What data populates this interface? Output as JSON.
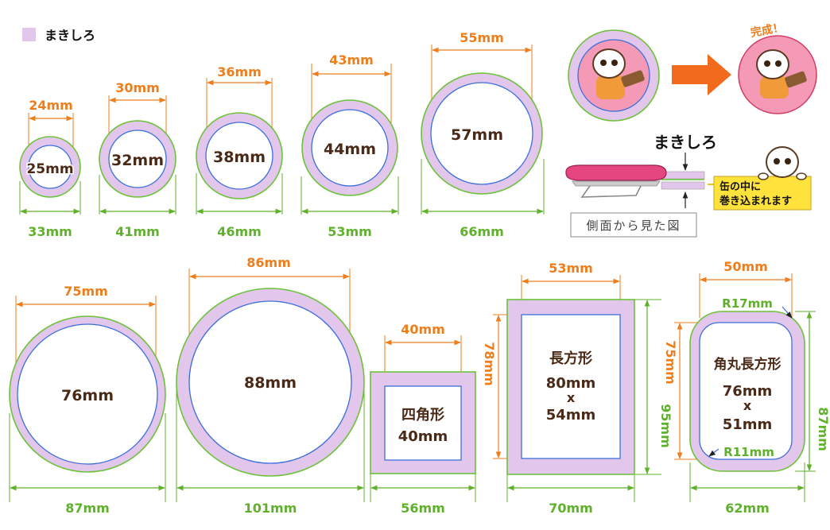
{
  "legend": {
    "label": "まきしろ",
    "swatch_color": "#e2c6ec"
  },
  "colors": {
    "margin_fill": "#e2c6ec",
    "outer_outline": "#6cc23a",
    "face_outline": "#3b6fd8",
    "face_dim": "#ee7d1c",
    "outer_dim": "#5fb12b",
    "label_text": "#4a2a16"
  },
  "badges": [
    {
      "shape": "circle",
      "face": "24mm",
      "outer": "33mm",
      "label": "25mm"
    },
    {
      "shape": "circle",
      "face": "30mm",
      "outer": "41mm",
      "label": "32mm"
    },
    {
      "shape": "circle",
      "face": "36mm",
      "outer": "46mm",
      "label": "38mm"
    },
    {
      "shape": "circle",
      "face": "43mm",
      "outer": "53mm",
      "label": "44mm"
    },
    {
      "shape": "circle",
      "face": "55mm",
      "outer": "66mm",
      "label": "57mm"
    },
    {
      "shape": "circle",
      "face": "75mm",
      "outer": "87mm",
      "label": "76mm"
    },
    {
      "shape": "circle",
      "face": "86mm",
      "outer": "101mm",
      "label": "88mm"
    },
    {
      "shape": "square",
      "face": "40mm",
      "outer": "56mm",
      "label_lines": [
        "四角形",
        "40mm"
      ]
    },
    {
      "shape": "rectangle",
      "face_w": "53mm",
      "face_h": "78mm",
      "outer_w": "70mm",
      "outer_h": "95mm",
      "label_lines": [
        "長方形",
        "80mm",
        "x",
        "54mm"
      ]
    },
    {
      "shape": "rounded-rectangle",
      "face_w": "50mm",
      "face_h": "75mm",
      "outer_w": "62mm",
      "outer_h": "87mm",
      "outer_radius": "R17mm",
      "inner_radius": "R11mm",
      "label_lines": [
        "角丸長方形",
        "76mm",
        "x",
        "51mm"
      ]
    }
  ],
  "side_view": {
    "title": "まきしろ",
    "note_lines": [
      "缶の中に",
      "巻き込まれます"
    ],
    "caption": "側面から見た図"
  },
  "completion": {
    "label": "完成！"
  }
}
